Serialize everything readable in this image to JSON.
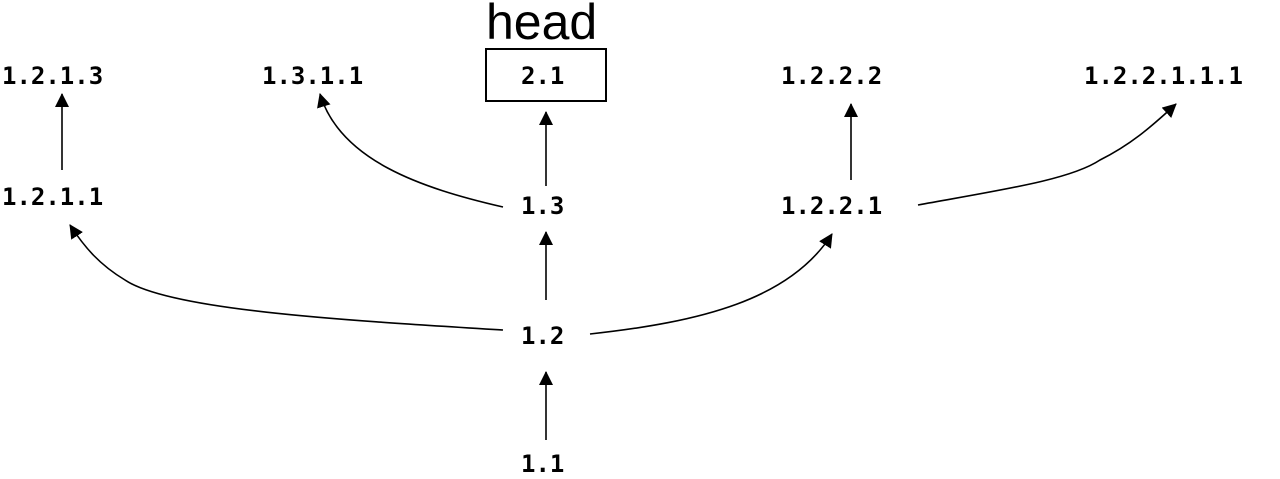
{
  "head": {
    "label": "head",
    "target": "2.1"
  },
  "nodes": {
    "n_1_2_1_3": "1.2.1.3",
    "n_1_3_1_1": "1.3.1.1",
    "n_2_1": "2.1",
    "n_1_2_2_2": "1.2.2.2",
    "n_1_2_2_1_1_1": "1.2.2.1.1.1",
    "n_1_2_1_1": "1.2.1.1",
    "n_1_3": "1.3",
    "n_1_2_2_1": "1.2.2.1",
    "n_1_2": "1.2",
    "n_1_1": "1.1"
  },
  "edges": [
    {
      "from": "1.1",
      "to": "1.2"
    },
    {
      "from": "1.2",
      "to": "1.3"
    },
    {
      "from": "1.2",
      "to": "1.2.1.1"
    },
    {
      "from": "1.2",
      "to": "1.2.2.1"
    },
    {
      "from": "1.3",
      "to": "2.1"
    },
    {
      "from": "1.3",
      "to": "1.3.1.1"
    },
    {
      "from": "1.2.1.1",
      "to": "1.2.1.3"
    },
    {
      "from": "1.2.2.1",
      "to": "1.2.2.2"
    },
    {
      "from": "1.2.2.1",
      "to": "1.2.2.1.1.1"
    }
  ]
}
